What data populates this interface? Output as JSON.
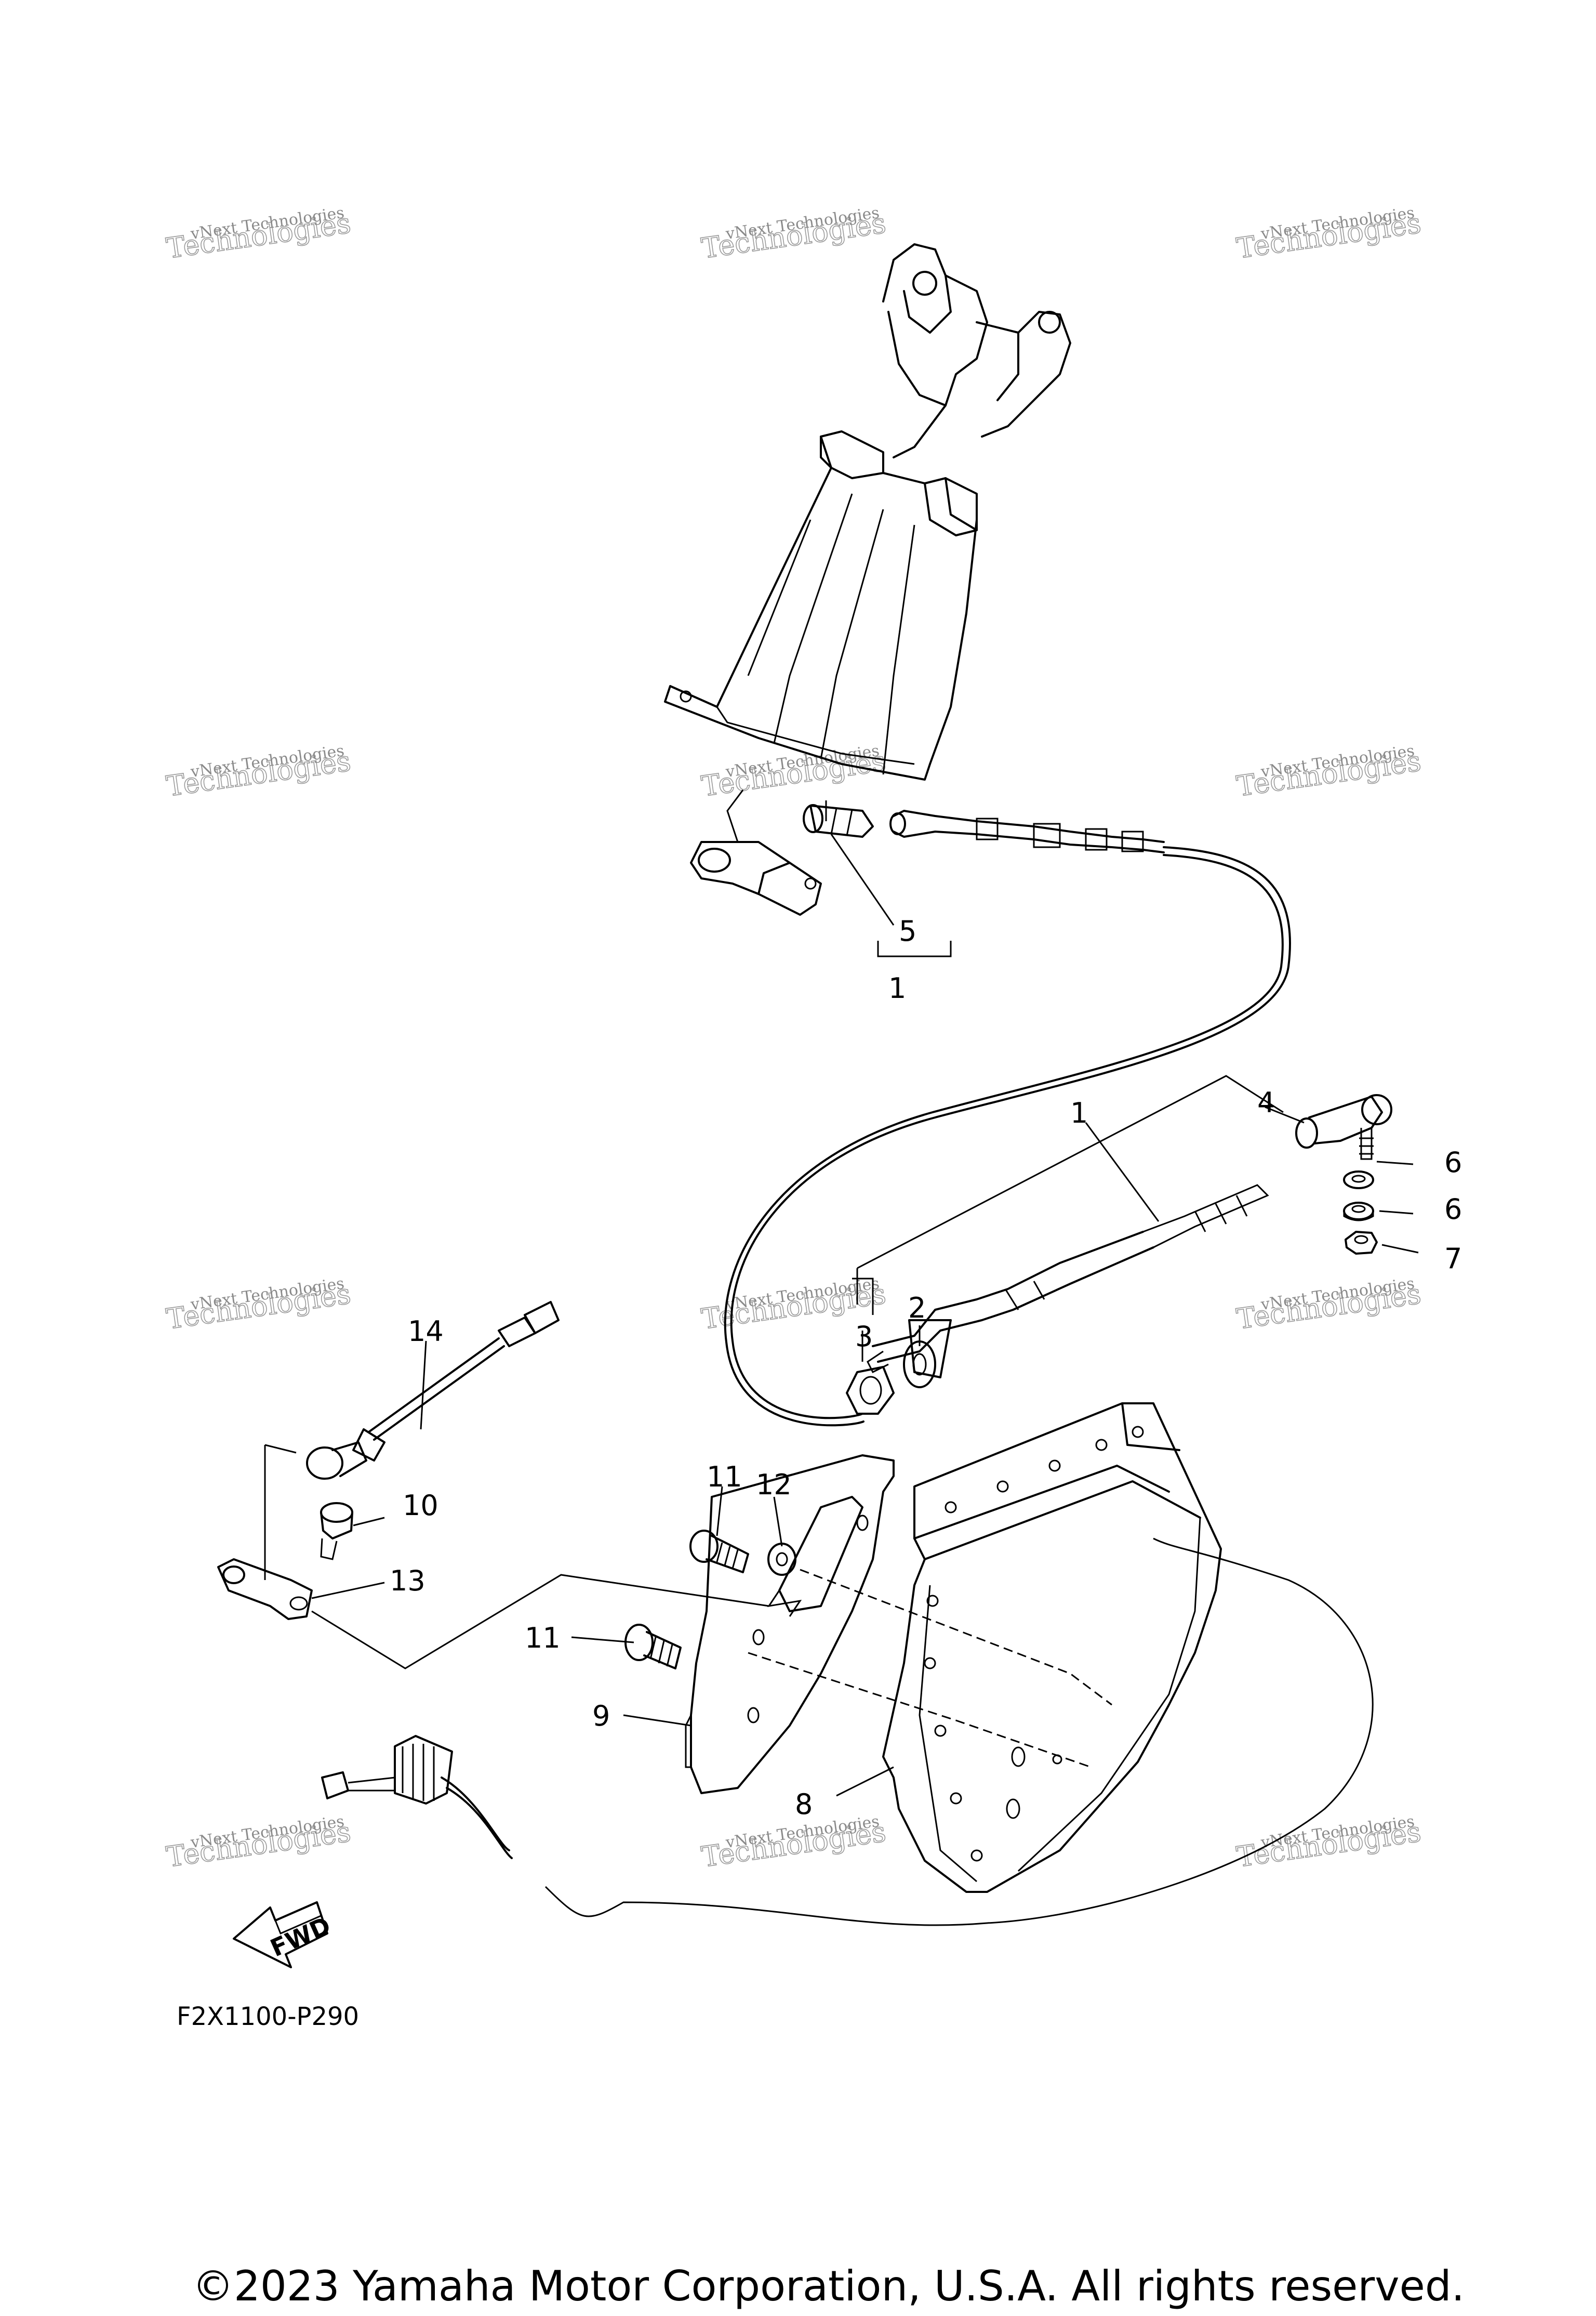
{
  "diagram": {
    "drawing_code": "F2X1100-P290",
    "copyright": "©2023 Yamaha Motor Corporation, U.S.A. All rights reserved.",
    "fwd_label": "FWD",
    "watermark": {
      "line1": "vNext Technologies",
      "line2": "Technologies",
      "small": "vNext"
    },
    "callouts": [
      {
        "id": "c1-top",
        "label": "1"
      },
      {
        "id": "c5",
        "label": "5"
      },
      {
        "id": "c1-mid",
        "label": "1"
      },
      {
        "id": "c4",
        "label": "4"
      },
      {
        "id": "c6a",
        "label": "6"
      },
      {
        "id": "c6b",
        "label": "6"
      },
      {
        "id": "c7",
        "label": "7"
      },
      {
        "id": "c2",
        "label": "2"
      },
      {
        "id": "c3",
        "label": "3"
      },
      {
        "id": "c14",
        "label": "14"
      },
      {
        "id": "c10",
        "label": "10"
      },
      {
        "id": "c13",
        "label": "13"
      },
      {
        "id": "c11a",
        "label": "11"
      },
      {
        "id": "c12",
        "label": "12"
      },
      {
        "id": "c11b",
        "label": "11"
      },
      {
        "id": "c9",
        "label": "9"
      },
      {
        "id": "c8",
        "label": "8"
      }
    ]
  }
}
